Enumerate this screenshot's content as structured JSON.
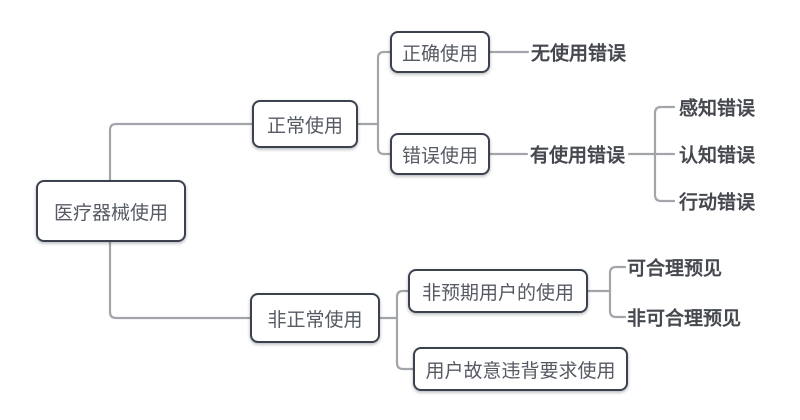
{
  "diagram": {
    "type": "tree",
    "direction": "left-to-right",
    "root": {
      "label": "医疗器械使用",
      "node_style": "box",
      "children": [
        {
          "label": "正常使用",
          "node_style": "box",
          "children": [
            {
              "label": "正确使用",
              "node_style": "box",
              "children": [
                {
                  "label": "无使用错误",
                  "node_style": "text"
                }
              ]
            },
            {
              "label": "错误使用",
              "node_style": "box",
              "children": [
                {
                  "label": "有使用错误",
                  "node_style": "text",
                  "children": [
                    {
                      "label": "感知错误",
                      "node_style": "text"
                    },
                    {
                      "label": "认知错误",
                      "node_style": "text"
                    },
                    {
                      "label": "行动错误",
                      "node_style": "text"
                    }
                  ]
                }
              ]
            }
          ]
        },
        {
          "label": "非正常使用",
          "node_style": "box",
          "children": [
            {
              "label": "非预期用户的使用",
              "node_style": "box",
              "children": [
                {
                  "label": "可合理预见",
                  "node_style": "text"
                },
                {
                  "label": "非可合理预见",
                  "node_style": "text"
                }
              ]
            },
            {
              "label": "用户故意违背要求使用",
              "node_style": "box",
              "children": []
            }
          ]
        }
      ]
    }
  },
  "colors": {
    "background": "#ffffff",
    "node_border": "#3b424e",
    "node_fill": "#ffffff",
    "box_text": "#565b63",
    "leaf_text": "#45484e",
    "connector": "#a2a5a9"
  }
}
